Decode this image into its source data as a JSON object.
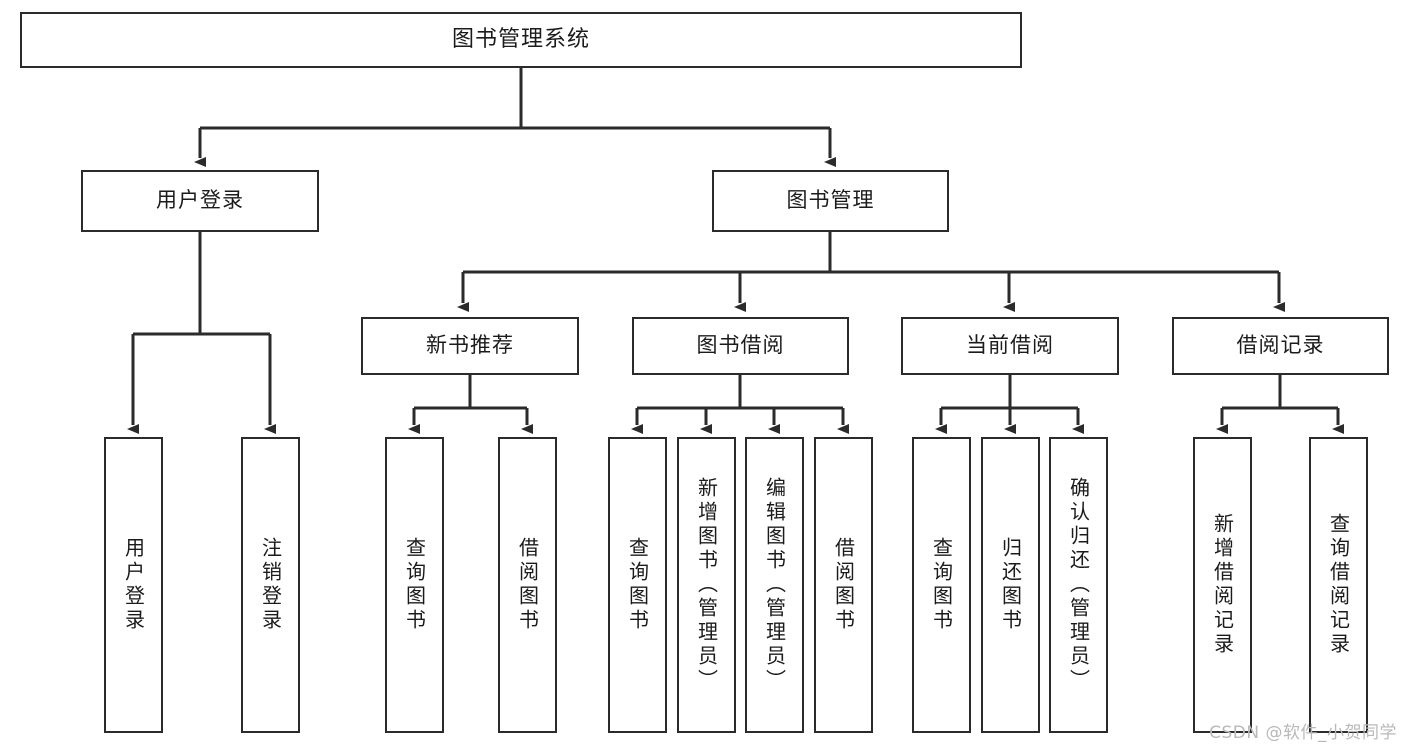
{
  "diagram": {
    "title": "图书管理系统",
    "type": "tree",
    "watermark": "CSDN @软件_小贺同学",
    "colors": {
      "box_border": "#2b2b2b",
      "box_fill": "#ffffff",
      "connector": "#2b2b2b",
      "text": "#1b1b1b",
      "watermark": "#b9b9b9",
      "background": "#ffffff"
    },
    "levels": {
      "root_label": "图书管理系统",
      "level2": [
        "用户登录",
        "图书管理"
      ],
      "level3": [
        "新书推荐",
        "图书借阅",
        "当前借阅",
        "借阅记录"
      ]
    },
    "nodes": {
      "root": {
        "label": "图书管理系统"
      },
      "user_login": {
        "label": "用户登录"
      },
      "book_manage": {
        "label": "图书管理"
      },
      "new_book_rec": {
        "label": "新书推荐"
      },
      "book_borrow": {
        "label": "图书借阅"
      },
      "current_borrow": {
        "label": "当前借阅"
      },
      "borrow_record": {
        "label": "借阅记录"
      }
    },
    "leaves": {
      "user_login": [
        {
          "label": "用户登录"
        },
        {
          "label": "注销登录"
        }
      ],
      "new_book_rec": [
        {
          "label": "查询图书"
        },
        {
          "label": "借阅图书"
        }
      ],
      "book_borrow": [
        {
          "label": "查询图书"
        },
        {
          "label": "新增图书（管理员）"
        },
        {
          "label": "编辑图书（管理员）"
        },
        {
          "label": "借阅图书"
        }
      ],
      "current_borrow": [
        {
          "label": "查询图书"
        },
        {
          "label": "归还图书"
        },
        {
          "label": "确认归还（管理员）"
        }
      ],
      "borrow_record": [
        {
          "label": "新增借阅记录"
        },
        {
          "label": "查询借阅记录"
        }
      ]
    }
  }
}
